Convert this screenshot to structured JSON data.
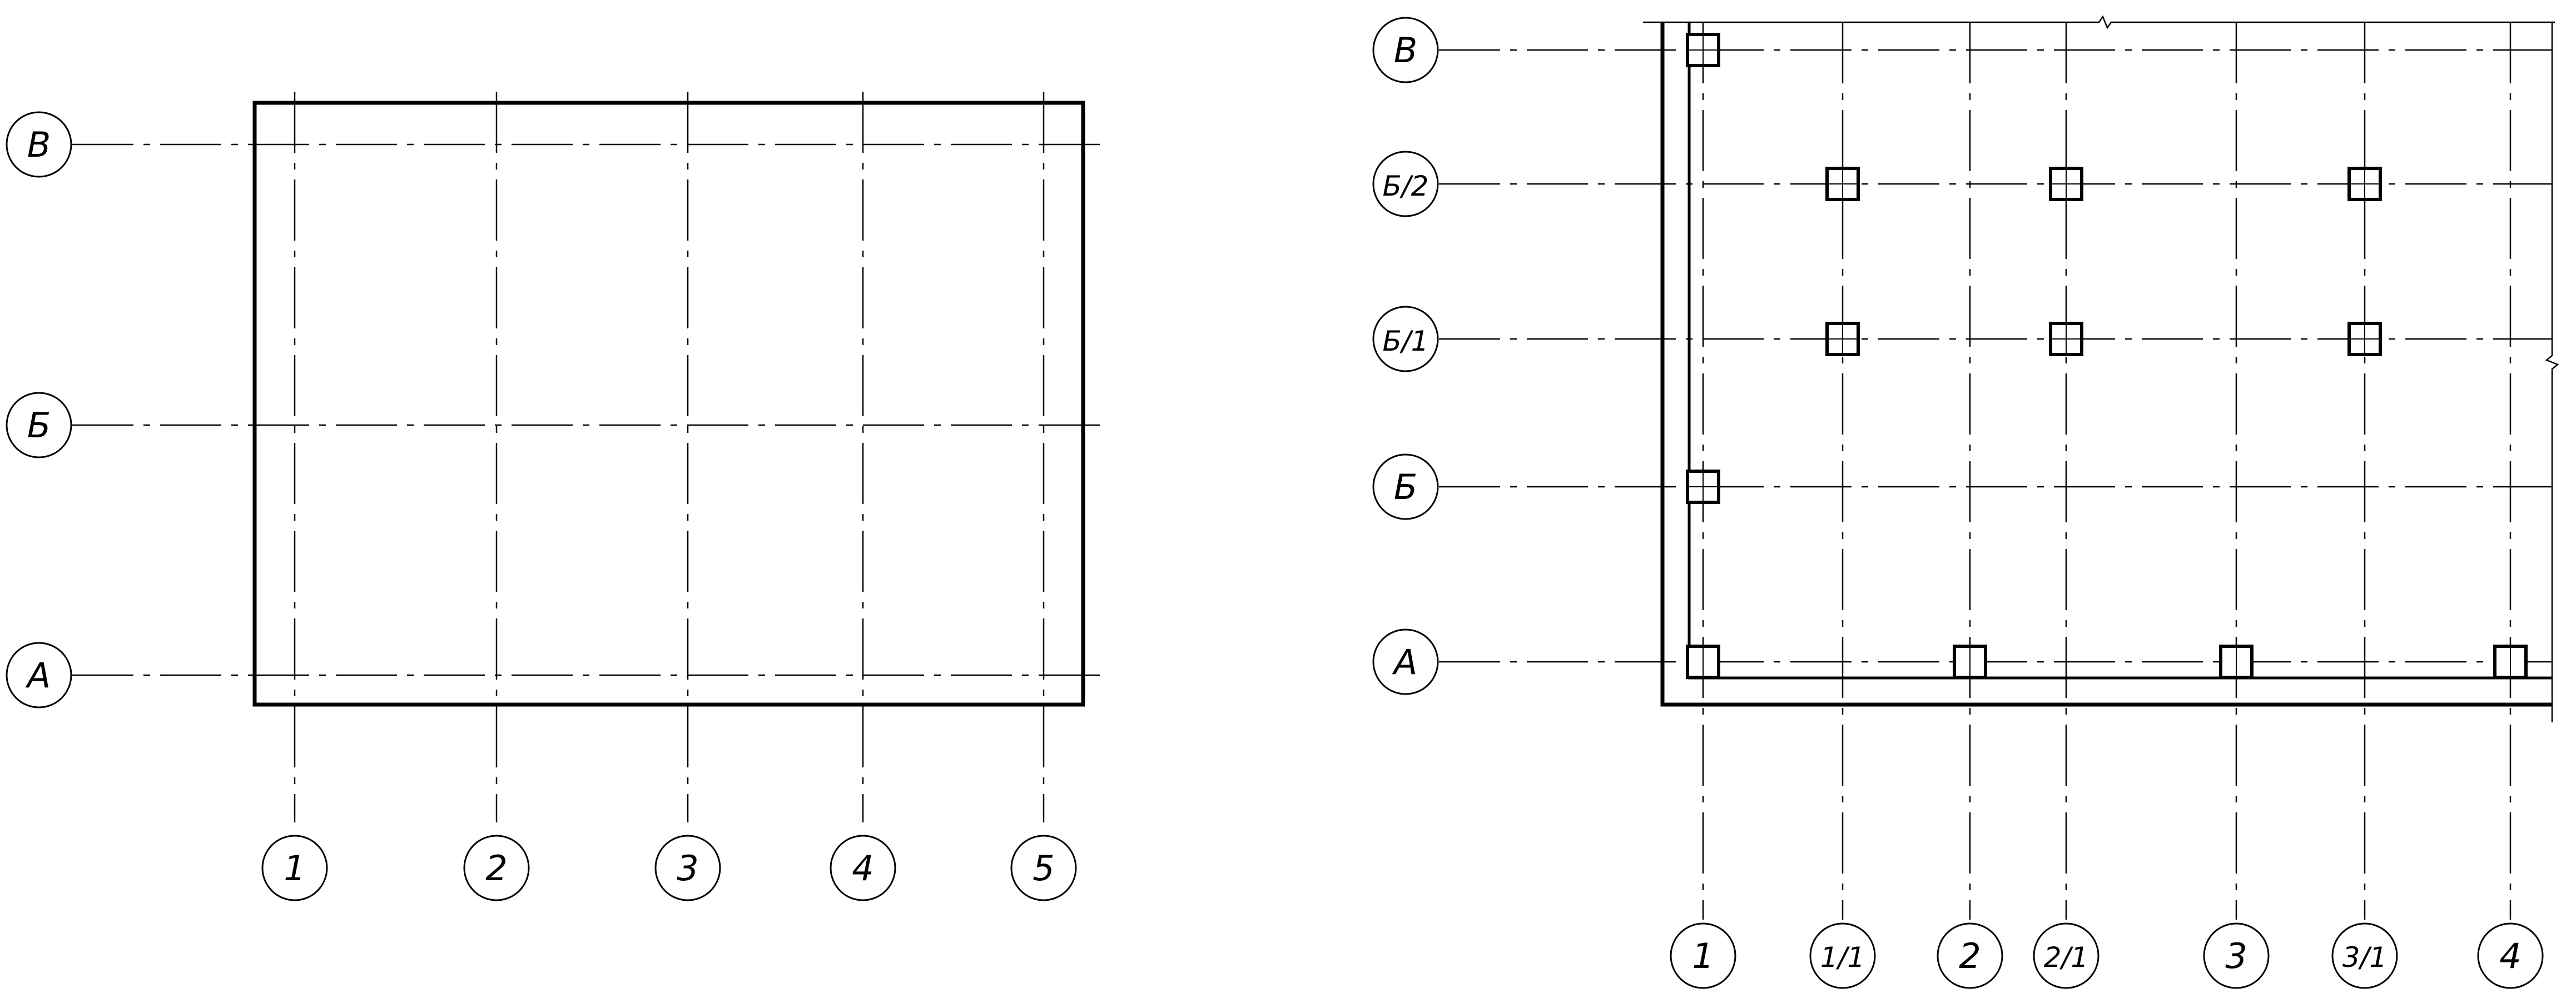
{
  "left_plan": {
    "row_axes": [
      "В",
      "Б",
      "А"
    ],
    "column_axes": [
      "1",
      "2",
      "3",
      "4",
      "5"
    ]
  },
  "right_plan": {
    "row_axes": [
      "В",
      "Б/2",
      "Б/1",
      "Б",
      "А"
    ],
    "column_axes": [
      "1",
      "1/1",
      "2",
      "2/1",
      "3",
      "3/1",
      "4"
    ]
  }
}
